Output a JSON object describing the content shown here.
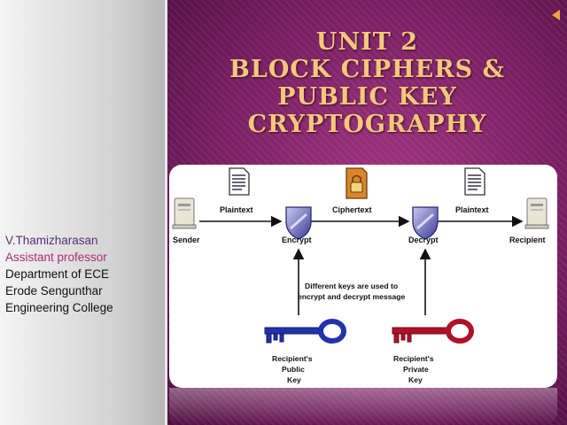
{
  "slide": {
    "title_lines": [
      "UNIT 2",
      "BLOCK CIPHERS &",
      "PUBLIC KEY",
      "CRYPTOGRAPHY"
    ],
    "author": {
      "name": "V.Thamizharasan",
      "role": "Assistant professor",
      "department": "Department of ECE",
      "college_line1": "Erode Sengunthar",
      "college_line2": "Engineering College"
    }
  },
  "diagram": {
    "plaintext_left": "Plaintext",
    "ciphertext": "Ciphertext",
    "plaintext_right": "Plaintext",
    "sender": "Sender",
    "encrypt": "Encrypt",
    "decrypt": "Decrypt",
    "recipient": "Recipient",
    "note_line1": "Different keys are used to",
    "note_line2": "encrypt and decrypt message",
    "public_key_line1": "Recipient's",
    "public_key_line2": "Public",
    "public_key_line3": "Key",
    "private_key_line1": "Recipient's",
    "private_key_line2": "Private",
    "private_key_line3": "Key",
    "public_key_color": "#2233aa",
    "private_key_color": "#b0102a"
  }
}
